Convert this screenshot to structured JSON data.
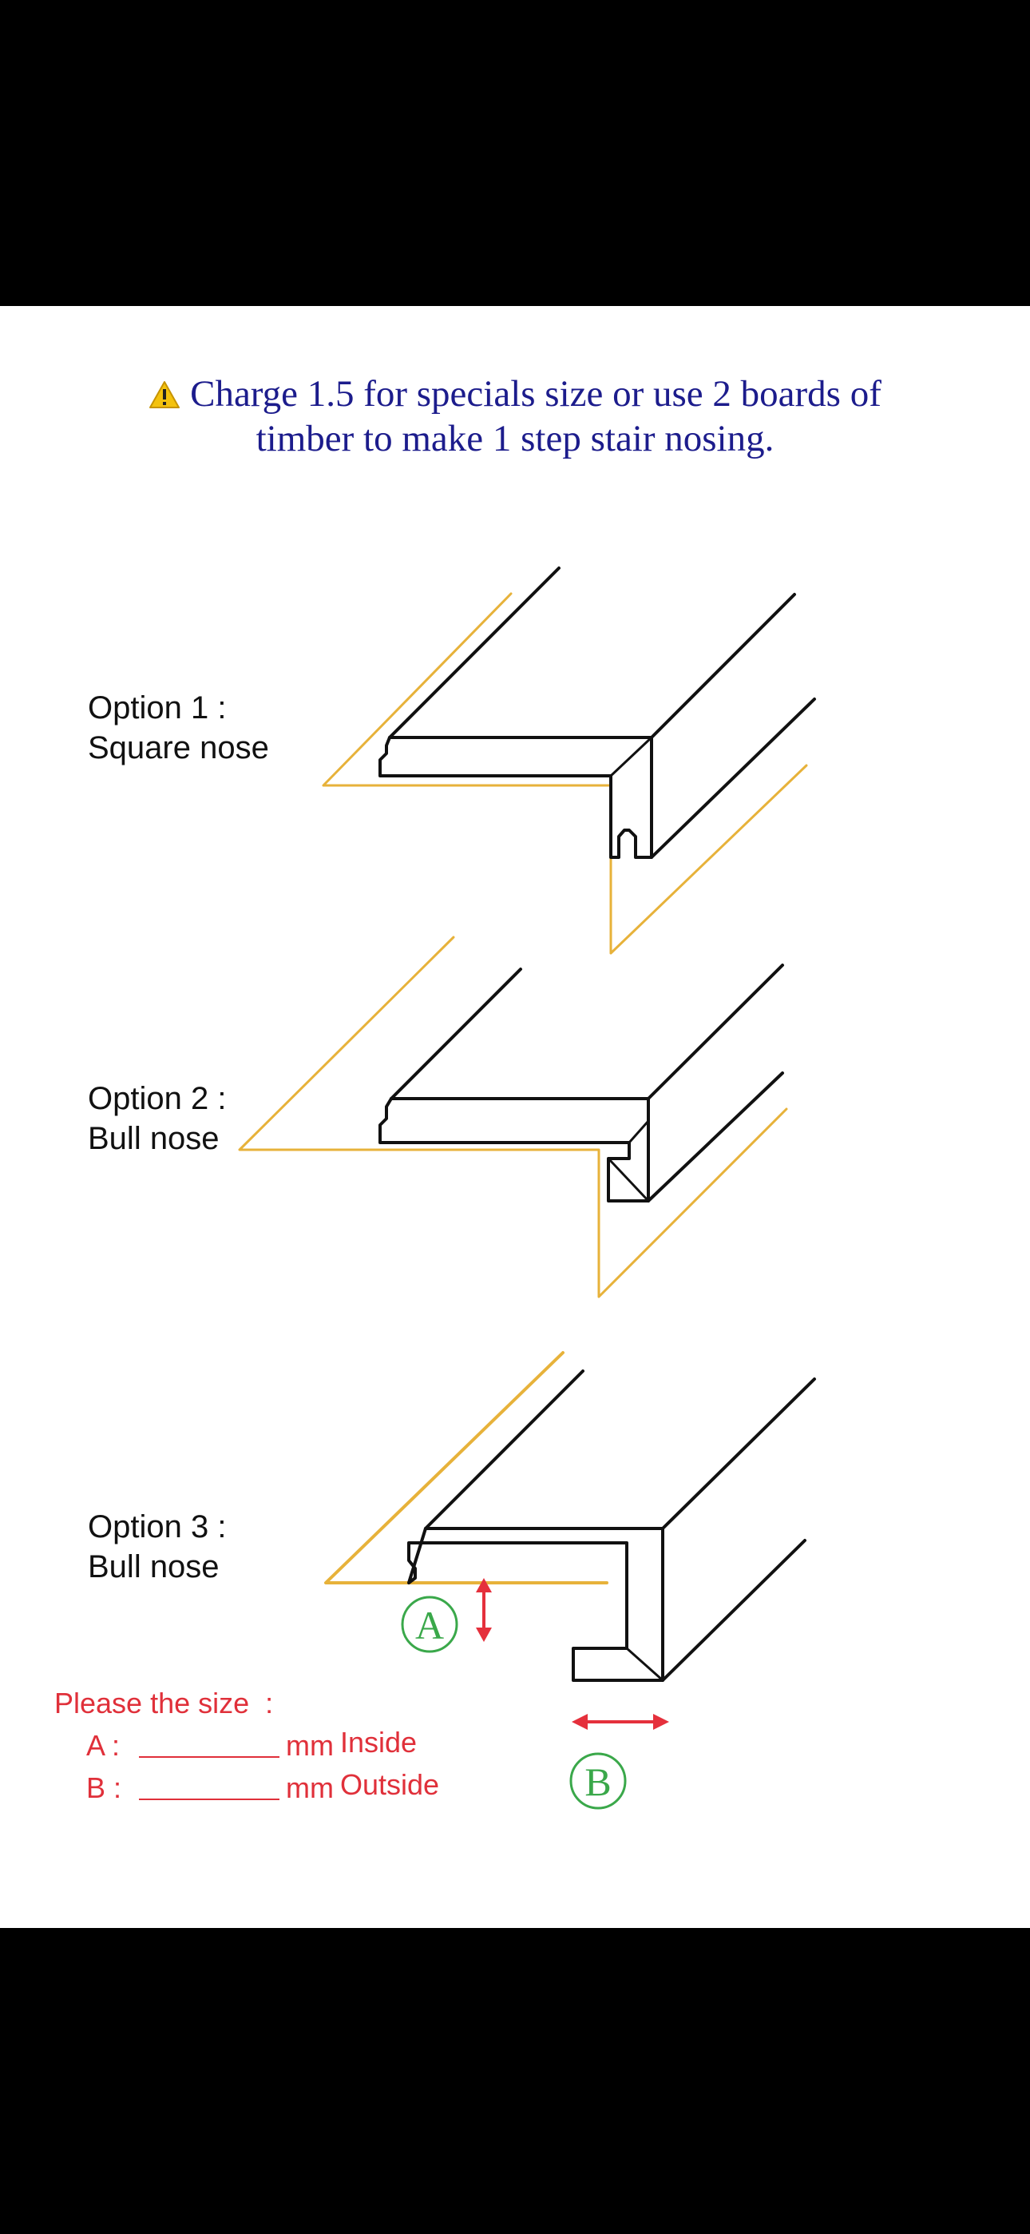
{
  "notice": {
    "icon": "warning-icon",
    "line1": "Charge 1.5 for specials size or use 2 boards of",
    "line2": "timber to make 1 step stair nosing."
  },
  "options": [
    {
      "title": "Option 1 :",
      "subtitle": "Square nose"
    },
    {
      "title": "Option 2 :",
      "subtitle": "Bull nose"
    },
    {
      "title": "Option 3 :",
      "subtitle": "Bull nose"
    }
  ],
  "size_request": {
    "heading": "Please the size  :",
    "rows": [
      {
        "letter": "A :",
        "unit": "mm",
        "desc": "Inside"
      },
      {
        "letter": "B :",
        "unit": "mm",
        "desc": "Outside"
      }
    ]
  },
  "markers": {
    "a": "A",
    "b": "B"
  },
  "colors": {
    "notice_text": "#1c1c8c",
    "timber_outline": "#e7b23a",
    "dimension_arrow": "#e5303c",
    "marker_circle": "#3aa84a",
    "size_text": "#e0303a"
  }
}
